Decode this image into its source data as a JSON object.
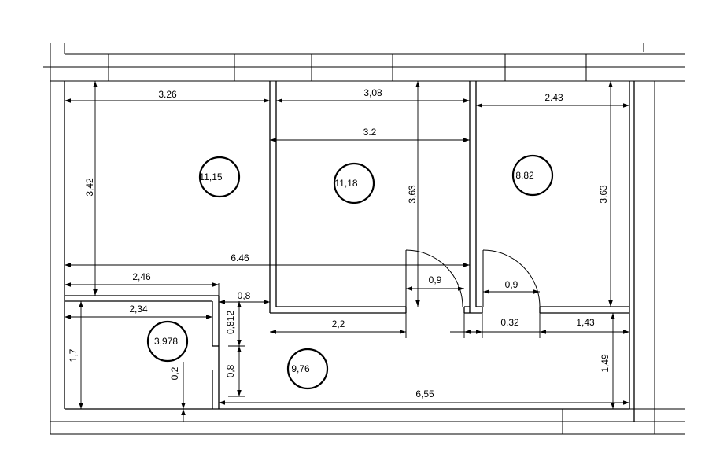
{
  "dimensions": {
    "room1_width": "3.26",
    "room2_width": "3,08",
    "room2_inner_width": "3.2",
    "room3_width": "2.43",
    "left_height": "3,42",
    "room2_height": "3,63",
    "room3_height": "3,63",
    "total_width": "6.46",
    "room4_width": "2,46",
    "room4_inner_width": "2,34",
    "wall_thickness": "0,8",
    "room4_height": "1,7",
    "partition_height": "0,812",
    "lower_height": "0,8",
    "small_gap": "0,2",
    "door1_width": "0,9",
    "door2_width": "0,9",
    "hall_segment": "2,2",
    "hall_gap": "0,32",
    "hall_right": "1,43",
    "hall_height": "1,49",
    "bottom_width": "6,55"
  },
  "areas": {
    "room1": "11,15",
    "room2": "11,18",
    "room3": "8,82",
    "room4": "3,978",
    "hall": "9,76"
  }
}
